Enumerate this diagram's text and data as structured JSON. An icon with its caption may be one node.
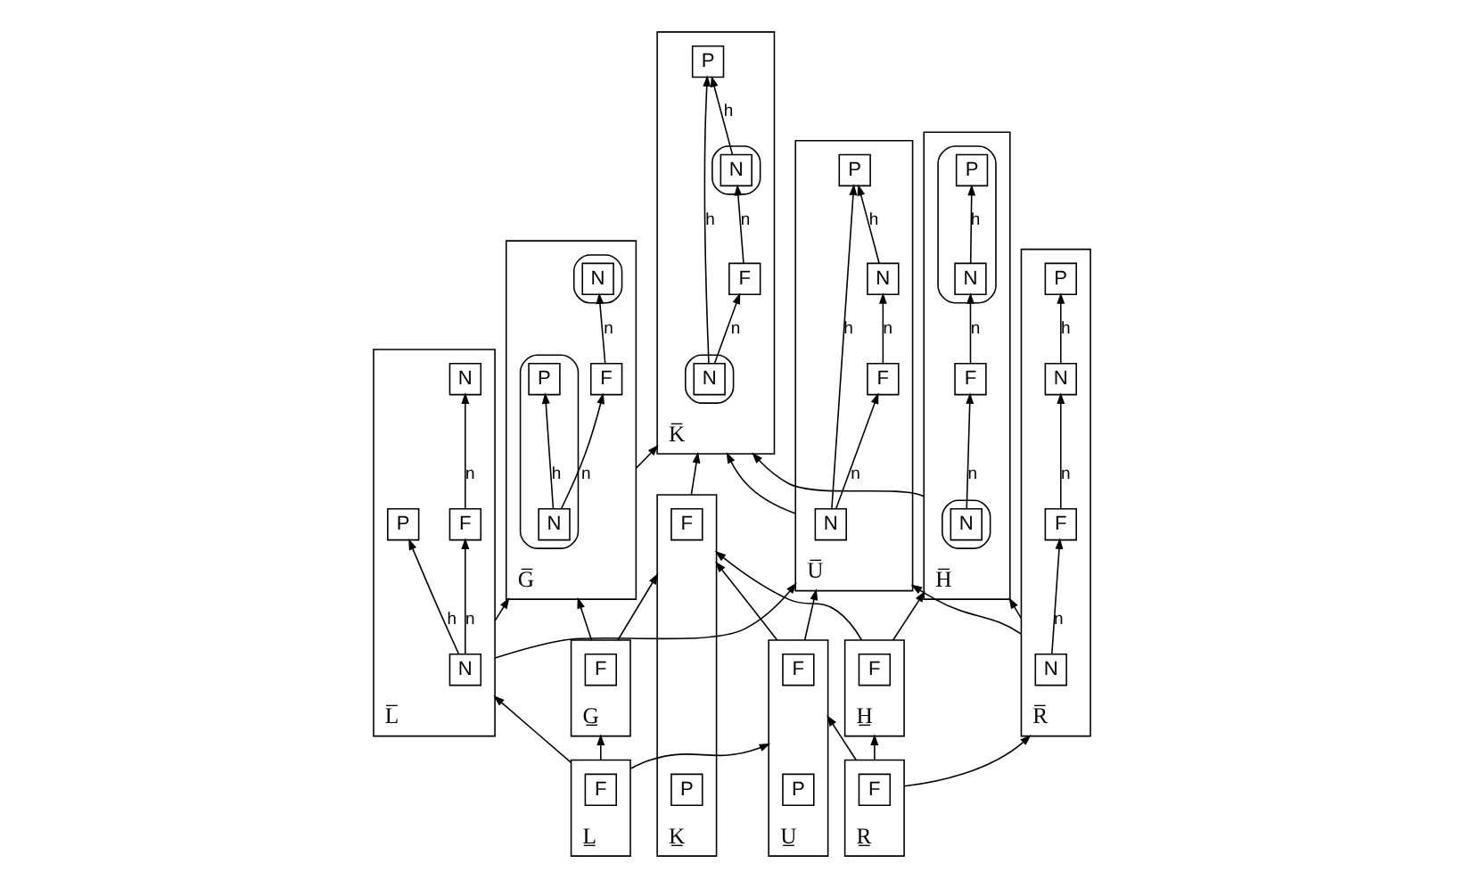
{
  "diagram": {
    "nodes": [
      {
        "text": [
          "G̅"
        ]
      },
      {
        "text": [],
        "shape": "cloud",
        "in": 0
      },
      {
        "text": [],
        "shape": "cloud",
        "in": 0
      },
      {
        "text": [
          "N"
        ],
        "in": 1
      },
      {
        "text": [
          "P"
        ],
        "in": 1
      },
      {
        "text": [
          "F"
        ],
        "in": 0
      },
      {
        "text": [
          "N"
        ],
        "in": 2
      },
      {
        "text": [
          "K̅"
        ]
      },
      {
        "text": [],
        "shape": "cloud",
        "in": 7
      },
      {
        "text": [],
        "shape": "cloud",
        "in": 7
      },
      {
        "text": [
          "N"
        ],
        "in": 8
      },
      {
        "text": [
          "P"
        ],
        "in": 7
      },
      {
        "text": [
          "F"
        ],
        "in": 7
      },
      {
        "text": [
          "N"
        ],
        "in": 9
      },
      {
        "text": [
          "H̅"
        ]
      },
      {
        "text": [],
        "shape": "cloud",
        "in": 14
      },
      {
        "text": [],
        "shape": "cloud",
        "in": 14
      },
      {
        "text": [
          "N"
        ],
        "in": 15
      },
      {
        "text": [
          "F"
        ],
        "in": 14
      },
      {
        "text": [
          "N"
        ],
        "in": 16
      },
      {
        "text": [
          "P"
        ],
        "in": 16
      },
      {
        "text": [
          "L̅"
        ]
      },
      {
        "text": [
          "N"
        ],
        "in": 21
      },
      {
        "text": [
          "P"
        ],
        "in": 21
      },
      {
        "text": [
          "F"
        ],
        "in": 21
      },
      {
        "text": [
          "N"
        ],
        "in": 21
      },
      {
        "text": [
          "U̅"
        ]
      },
      {
        "text": [
          "N"
        ],
        "in": 26
      },
      {
        "text": [
          "P"
        ],
        "in": 26
      },
      {
        "text": [
          "F"
        ],
        "in": 26
      },
      {
        "text": [
          "N"
        ],
        "in": 26
      },
      {
        "text": [
          "R̅"
        ]
      },
      {
        "text": [
          "N"
        ],
        "in": 31
      },
      {
        "text": [
          "F"
        ],
        "in": 31
      },
      {
        "text": [
          "N"
        ],
        "in": 31
      },
      {
        "text": [
          "P"
        ],
        "in": 31
      },
      {
        "text": [
          "G̲"
        ]
      },
      {
        "text": [
          "F"
        ],
        "in": 36
      },
      {
        "text": [
          "K̲"
        ]
      },
      {
        "text": [
          "F"
        ],
        "in": 38
      },
      {
        "text": [
          "P"
        ],
        "in": 38
      },
      {
        "text": [
          "H̲"
        ]
      },
      {
        "text": [
          "F"
        ],
        "in": 41
      },
      {
        "text": [
          "L̲"
        ]
      },
      {
        "text": [
          "F"
        ],
        "in": 43
      },
      {
        "text": [
          "U̲"
        ]
      },
      {
        "text": [
          "F"
        ],
        "in": 45
      },
      {
        "text": [
          "P"
        ],
        "in": 45
      },
      {
        "text": [
          "R̲"
        ]
      },
      {
        "text": [
          "F"
        ],
        "in": 48
      }
    ],
    "edges": [
      {
        "from": 3,
        "to": 4,
        "arrow": "to",
        "label": "h"
      },
      {
        "from": 3,
        "to": 5,
        "arrow": "to",
        "label": "n"
      },
      {
        "from": 5,
        "to": 6,
        "arrow": "to",
        "label": "n"
      },
      {
        "from": 10,
        "to": 11,
        "arrow": "to",
        "label": "h"
      },
      {
        "from": 10,
        "to": 12,
        "arrow": "to",
        "label": "n"
      },
      {
        "from": 12,
        "to": 13,
        "arrow": "to",
        "label": "n"
      },
      {
        "from": 13,
        "to": 11,
        "arrow": "to",
        "label": "h"
      },
      {
        "from": 17,
        "to": 18,
        "arrow": "to",
        "label": "n"
      },
      {
        "from": 18,
        "to": 19,
        "arrow": "to",
        "label": "n"
      },
      {
        "from": 19,
        "to": 20,
        "arrow": "to",
        "label": "h"
      },
      {
        "from": 22,
        "to": 23,
        "arrow": "to",
        "label": "h"
      },
      {
        "from": 22,
        "to": 24,
        "arrow": "to",
        "label": "n"
      },
      {
        "from": 24,
        "to": 25,
        "arrow": "to",
        "label": "n"
      },
      {
        "from": 27,
        "to": 28,
        "arrow": "to",
        "label": "h"
      },
      {
        "from": 27,
        "to": 29,
        "arrow": "to",
        "label": "n"
      },
      {
        "from": 29,
        "to": 30,
        "arrow": "to",
        "label": "n"
      },
      {
        "from": 30,
        "to": 28,
        "arrow": "to",
        "label": "h"
      },
      {
        "from": 32,
        "to": 33,
        "arrow": "to",
        "label": "n"
      },
      {
        "from": 33,
        "to": 34,
        "arrow": "to",
        "label": "n"
      },
      {
        "from": 34,
        "to": 35,
        "arrow": "to",
        "label": "h"
      },
      {
        "from": 43,
        "to": 36,
        "arrow": "to"
      },
      {
        "from": 43,
        "to": 45,
        "arrow": "to"
      },
      {
        "from": 48,
        "to": 45,
        "arrow": "to"
      },
      {
        "from": 48,
        "to": 41,
        "arrow": "to"
      },
      {
        "from": 45,
        "to": 38,
        "arrow": "to"
      },
      {
        "from": 36,
        "to": 38,
        "arrow": "to"
      },
      {
        "from": 41,
        "to": 38,
        "arrow": "to"
      },
      {
        "from": 43,
        "to": 21,
        "arrow": "to"
      },
      {
        "from": 45,
        "to": 26,
        "arrow": "to"
      },
      {
        "from": 48,
        "to": 31,
        "arrow": "to"
      },
      {
        "from": 36,
        "to": 0,
        "arrow": "to"
      },
      {
        "from": 38,
        "to": 7,
        "arrow": "to"
      },
      {
        "from": 41,
        "to": 14,
        "arrow": "to"
      },
      {
        "from": 21,
        "to": 0,
        "arrow": "to"
      },
      {
        "from": 21,
        "to": 26,
        "arrow": "to"
      },
      {
        "from": 31,
        "to": 26,
        "arrow": "to"
      },
      {
        "from": 31,
        "to": 14,
        "arrow": "to"
      },
      {
        "from": 26,
        "to": 7,
        "arrow": "to"
      },
      {
        "from": 0,
        "to": 7,
        "arrow": "to"
      },
      {
        "from": 14,
        "to": 7,
        "arrow": "to"
      }
    ]
  }
}
